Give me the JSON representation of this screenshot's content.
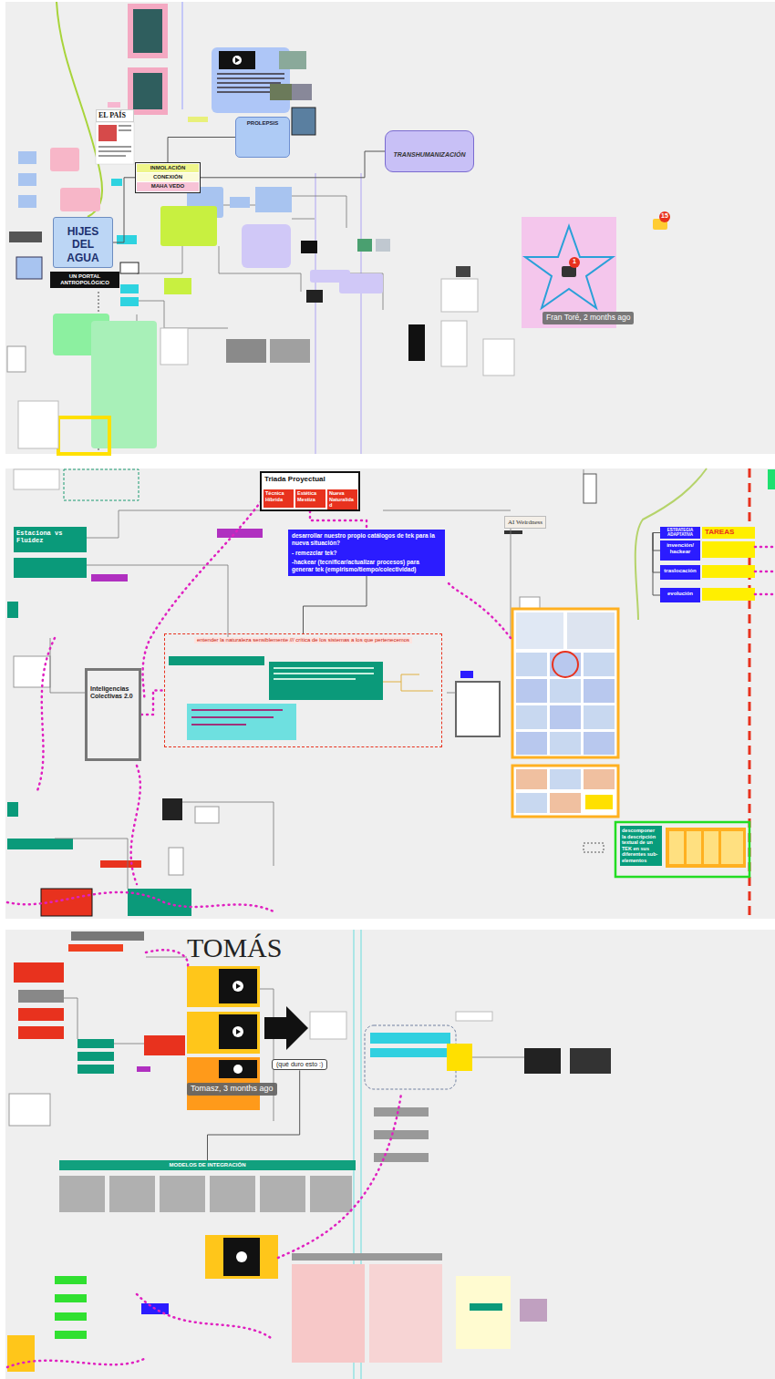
{
  "diagram": {
    "nodes": [
      {
        "text": [
          "EL PAÍS"
        ]
      },
      {
        "text": [
          "INMOLACIÓN",
          "CONEXIÓN",
          "MAHA VEDO"
        ]
      },
      {
        "text": [
          "HIJES DEL AGUA"
        ]
      },
      {
        "text": [
          "UN PORTAL ANTROPOLÓGICO"
        ]
      },
      {
        "text": [
          "PROLEPSIS"
        ]
      },
      {
        "text": [
          "TRANSHUMANIZACIÓN"
        ]
      },
      {
        "text": [
          "Fran Toré, 2 months ago"
        ]
      },
      {
        "text": [
          "Triada Proyectual"
        ]
      },
      {
        "text": [
          "Técnica Híbrida"
        ],
        "in": 7
      },
      {
        "text": [
          "Estética Mestiza"
        ],
        "in": 7
      },
      {
        "text": [
          "Nueva Naturalidad"
        ],
        "in": 7
      },
      {
        "text": [
          "desarrollar nuestro propio catálogos de tek para la nueva situación?",
          "- remezclar tek?",
          "-hackear (tecnificar/actualizar procesos) para generar tek (empirismo/tiempo/colectividad)"
        ]
      },
      {
        "text": [
          "Inteligencias Colectivas 2.0"
        ]
      },
      {
        "text": [
          "AI Weirdness"
        ]
      },
      {
        "text": [
          "ESTRATEGIA ADAPTATIVA"
        ]
      },
      {
        "text": [
          "TAREAS"
        ]
      },
      {
        "text": [
          "invención/ hackear"
        ]
      },
      {
        "text": [
          "traslocación"
        ]
      },
      {
        "text": [
          "evolución"
        ]
      },
      {
        "text": [
          "descomponer la descripción textual de un TEK en sus diferentes sub-elementos"
        ]
      },
      {
        "text": [
          "Estaciona vs Fluidez"
        ]
      },
      {
        "text": [
          "entender la naturaleza sensiblemente /// crítica de los sistemas a los que pertenecemos"
        ]
      },
      {
        "text": [
          "(qué duro esto :)"
        ]
      },
      {
        "text": [
          "Tomasz, 3 months ago"
        ]
      },
      {
        "text": [
          "MODELOS DE INTEGRACIÓN"
        ]
      }
    ],
    "edges": [
      {
        "from": 2,
        "to": 1,
        "arrow": "none"
      },
      {
        "from": 1,
        "to": 5,
        "arrow": "none"
      },
      {
        "from": 1,
        "to": 4,
        "arrow": "none"
      },
      {
        "from": 7,
        "to": 11,
        "arrow": "none"
      },
      {
        "from": 11,
        "to": 21,
        "arrow": "none"
      },
      {
        "from": 12,
        "to": 21,
        "arrow": "none"
      },
      {
        "from": 14,
        "to": 16,
        "arrow": "none"
      },
      {
        "from": 14,
        "to": 17,
        "arrow": "none"
      },
      {
        "from": 14,
        "to": 18,
        "arrow": "none"
      },
      {
        "from": 22,
        "to": 24,
        "arrow": "none"
      }
    ],
    "labels": [
      "1",
      "15",
      "TOMÁS"
    ]
  }
}
